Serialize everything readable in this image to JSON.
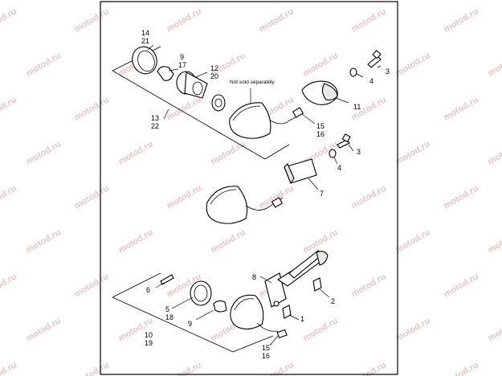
{
  "watermark": "motod.ru",
  "note": "Not sold separately",
  "callouts": {
    "c14": "14",
    "c21": "21",
    "c9a": "9",
    "c17": "17",
    "c12": "12",
    "c20": "20",
    "c13": "13",
    "c22": "22",
    "c3a": "3",
    "c4a": "4",
    "c11": "11",
    "c15a": "15",
    "c16a": "16",
    "c3b": "3",
    "c4b": "4",
    "c7": "7",
    "c6": "6",
    "c8": "8",
    "c2": "2",
    "c5": "5",
    "c18": "18",
    "c9b": "9",
    "c1": "1",
    "c10": "10",
    "c19": "19",
    "c15b": "15",
    "c16b": "16"
  }
}
